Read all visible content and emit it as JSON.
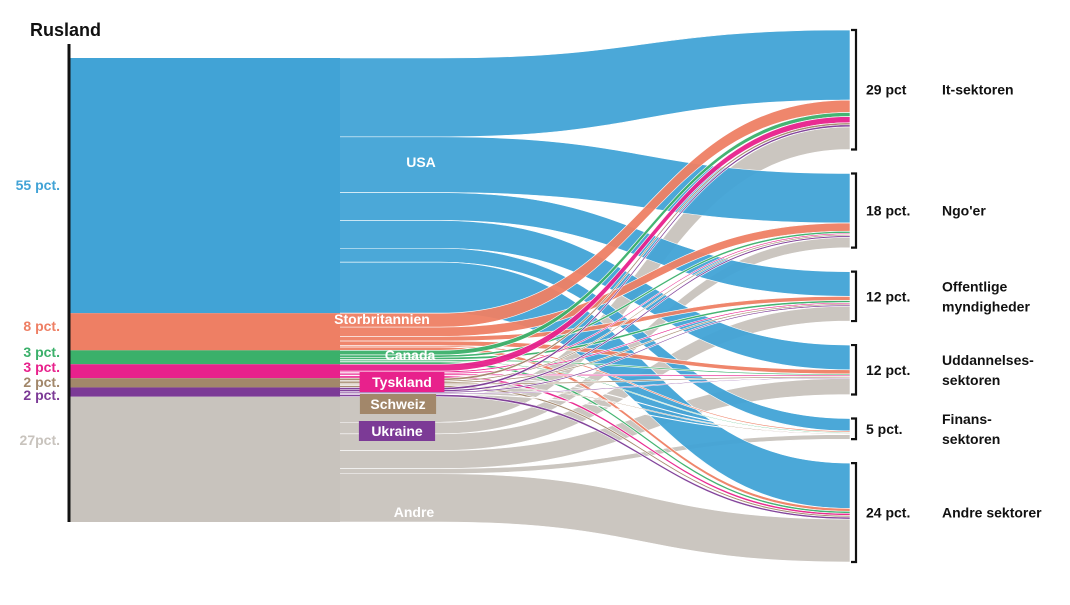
{
  "chart_data": {
    "type": "sankey",
    "source_title": "Rusland",
    "countries": [
      {
        "key": "usa",
        "label": "USA",
        "pct_label": "55 pct.",
        "value": 55,
        "color": "#41a3d6",
        "label_box": false
      },
      {
        "key": "storbritannien",
        "label": "Storbritannien",
        "pct_label": "8 pct.",
        "value": 8,
        "color": "#ee7f64",
        "label_box": false
      },
      {
        "key": "canada",
        "label": "Canada",
        "pct_label": "3 pct.",
        "value": 3,
        "color": "#3bb06a",
        "label_box": false
      },
      {
        "key": "tyskland",
        "label": "Tyskland",
        "pct_label": "3 pct.",
        "value": 3,
        "color": "#e8218c",
        "label_box": true
      },
      {
        "key": "schweiz",
        "label": "Schweiz",
        "pct_label": "2 pct.",
        "value": 2,
        "color": "#a2876a",
        "label_box": true
      },
      {
        "key": "ukraine",
        "label": "Ukraine",
        "pct_label": "2 pct.",
        "value": 2,
        "color": "#7c3a96",
        "label_box": true
      },
      {
        "key": "andre",
        "label": "Andre",
        "pct_label": "27pct.",
        "value": 27,
        "color": "#c8c3bd",
        "label_box": false
      }
    ],
    "sectors": [
      {
        "key": "it",
        "pct_label": "29 pct",
        "value": 29,
        "name_lines": [
          "It-sektoren"
        ]
      },
      {
        "key": "ngo",
        "pct_label": "18 pct.",
        "value": 18,
        "name_lines": [
          "Ngo'er"
        ]
      },
      {
        "key": "off",
        "pct_label": "12 pct.",
        "value": 12,
        "name_lines": [
          "Offentlige",
          "myndigheder"
        ]
      },
      {
        "key": "udd",
        "pct_label": "12 pct.",
        "value": 12,
        "name_lines": [
          "Uddannelses-",
          "sektoren"
        ]
      },
      {
        "key": "fin",
        "pct_label": "5 pct.",
        "value": 5,
        "name_lines": [
          "Finans-",
          "sektoren"
        ]
      },
      {
        "key": "andre_s",
        "pct_label": "24 pct.",
        "value": 24,
        "name_lines": [
          "Andre sektorer"
        ]
      }
    ],
    "flows": {
      "usa": [
        17,
        12,
        6,
        6,
        3,
        11
      ],
      "storbritannien": [
        3,
        2,
        1,
        1,
        0.3,
        0.7
      ],
      "canada": [
        1,
        0.5,
        0.5,
        0.3,
        0.2,
        0.5
      ],
      "tyskland": [
        1.5,
        0.3,
        0.3,
        0.3,
        0.1,
        0.5
      ],
      "schweiz": [
        0.5,
        0.3,
        0.3,
        0.3,
        0.2,
        0.4
      ],
      "ukraine": [
        0.5,
        0.4,
        0.3,
        0.2,
        0.1,
        0.5
      ],
      "andre": [
        5.5,
        2.5,
        3.6,
        3.9,
        1.1,
        10.4
      ]
    }
  }
}
